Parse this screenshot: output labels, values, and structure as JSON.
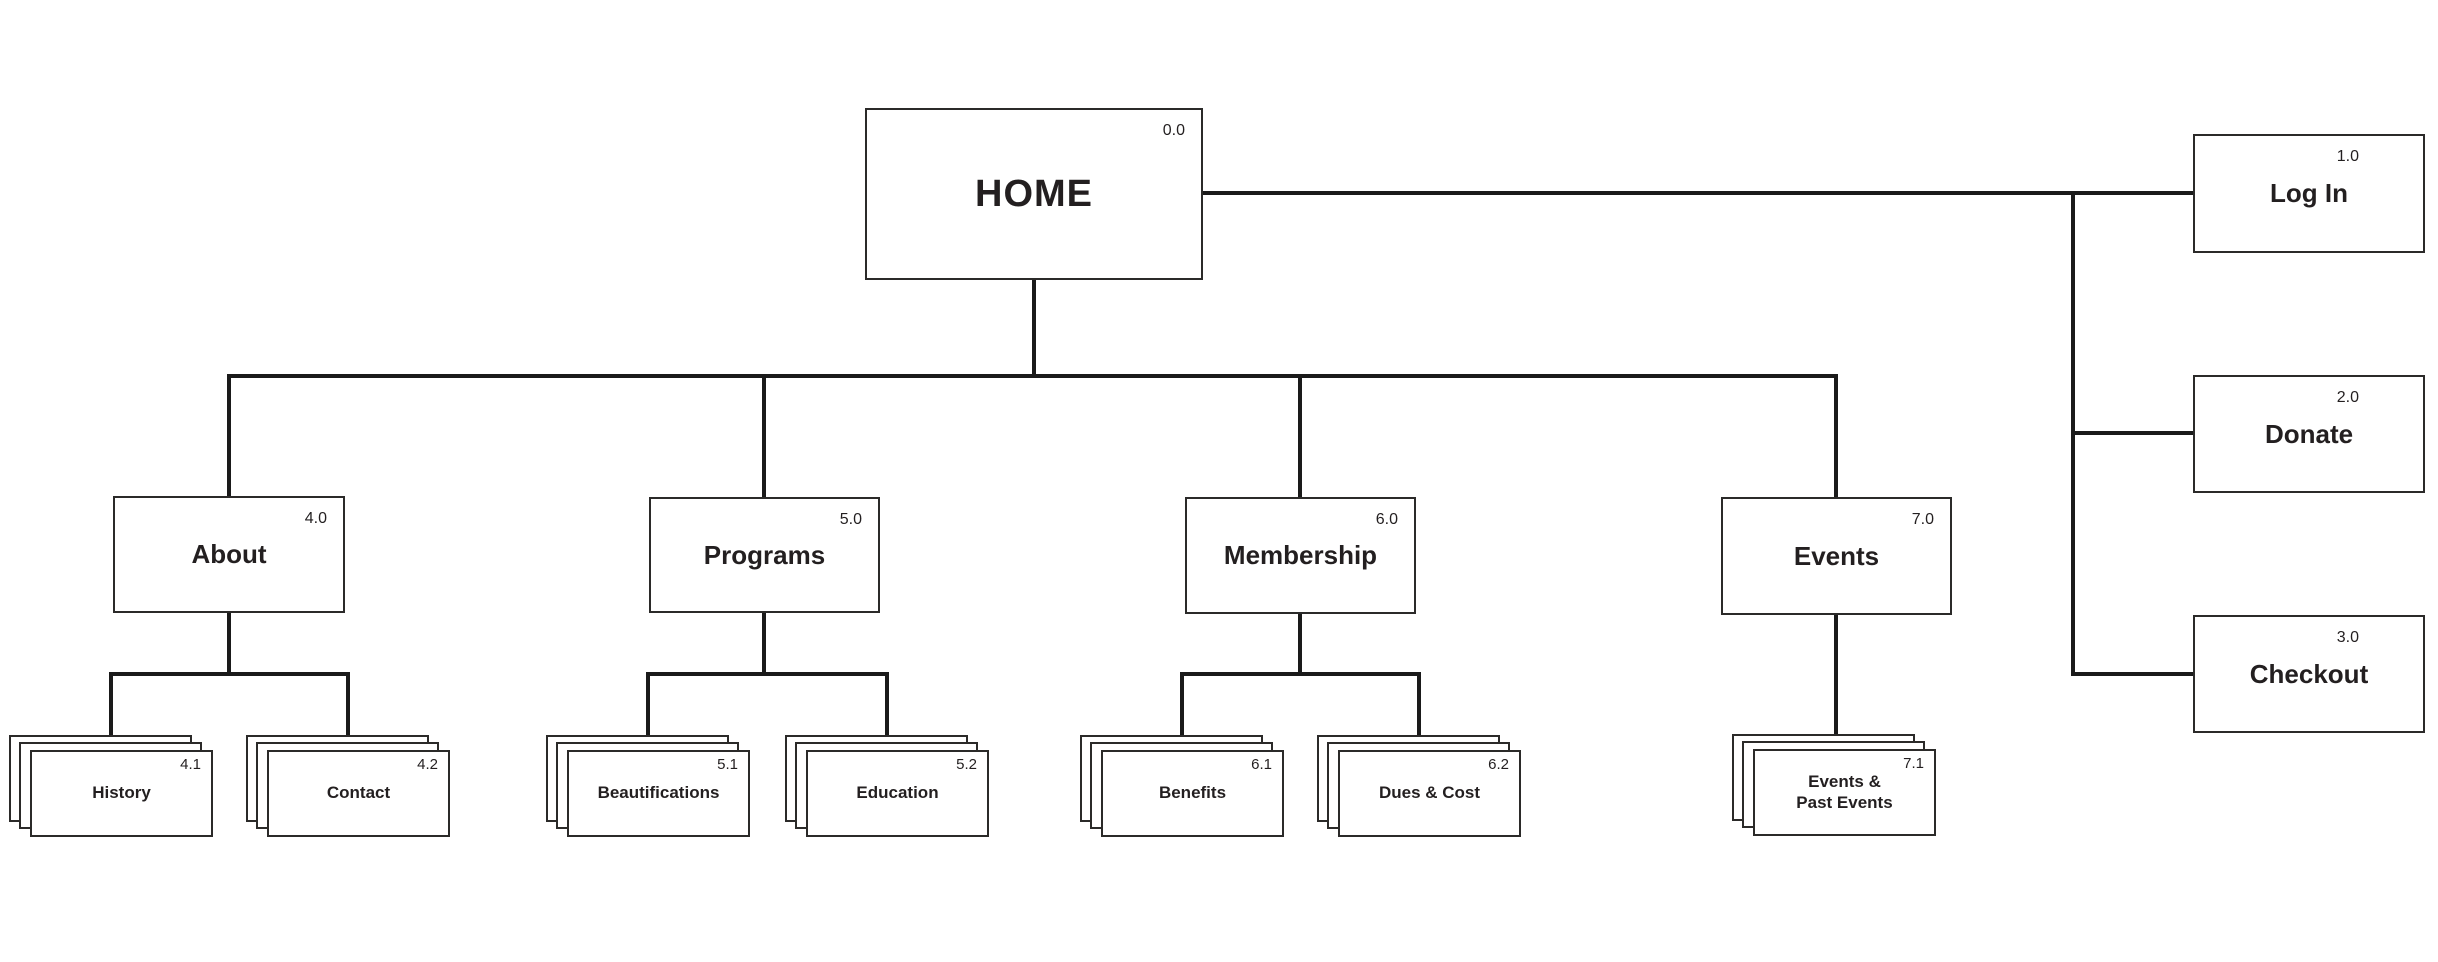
{
  "diagram": {
    "type": "sitemap",
    "colors": {
      "background": "#ffffff",
      "line": "#1a1a1a",
      "box_border": "#2b2a29",
      "text": "#231f20"
    },
    "nodes": {
      "home": {
        "num": "0.0",
        "label": "HOME"
      },
      "login": {
        "num": "1.0",
        "label": "Log In"
      },
      "donate": {
        "num": "2.0",
        "label": "Donate"
      },
      "checkout": {
        "num": "3.0",
        "label": "Checkout"
      },
      "about": {
        "num": "4.0",
        "label": "About"
      },
      "programs": {
        "num": "5.0",
        "label": "Programs"
      },
      "membership": {
        "num": "6.0",
        "label": "Membership"
      },
      "events": {
        "num": "7.0",
        "label": "Events"
      },
      "history": {
        "num": "4.1",
        "label": "History"
      },
      "contact": {
        "num": "4.2",
        "label": "Contact"
      },
      "beautifications": {
        "num": "5.1",
        "label": "Beautifications"
      },
      "education": {
        "num": "5.2",
        "label": "Education"
      },
      "benefits": {
        "num": "6.1",
        "label": "Benefits"
      },
      "dues_cost": {
        "num": "6.2",
        "label": "Dues & Cost"
      },
      "events_past": {
        "num": "7.1",
        "label": "Events &\nPast Events"
      }
    },
    "edges": [
      [
        "home",
        "login"
      ],
      [
        "home",
        "donate"
      ],
      [
        "home",
        "checkout"
      ],
      [
        "home",
        "about"
      ],
      [
        "home",
        "programs"
      ],
      [
        "home",
        "membership"
      ],
      [
        "home",
        "events"
      ],
      [
        "about",
        "history"
      ],
      [
        "about",
        "contact"
      ],
      [
        "programs",
        "beautifications"
      ],
      [
        "programs",
        "education"
      ],
      [
        "membership",
        "benefits"
      ],
      [
        "membership",
        "dues_cost"
      ],
      [
        "events",
        "events_past"
      ]
    ]
  }
}
